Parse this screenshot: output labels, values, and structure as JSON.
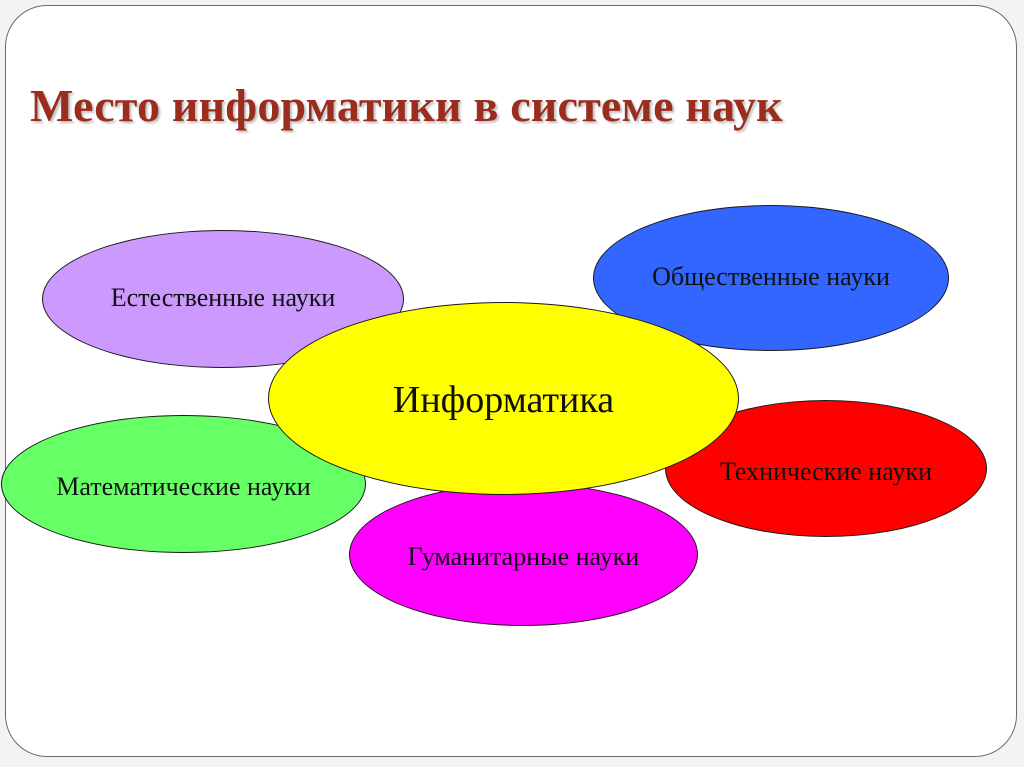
{
  "slide": {
    "title": "Место информатики в системе наук",
    "title_color": "#9b2d1f",
    "center": {
      "label": "Информатика",
      "color": "#ffff00"
    },
    "nodes": [
      {
        "id": "natural",
        "label": "Естественные науки",
        "color": "#cc99ff"
      },
      {
        "id": "social",
        "label": "Общественные науки",
        "color": "#3366ff"
      },
      {
        "id": "math",
        "label": "Математические науки",
        "color": "#66ff66"
      },
      {
        "id": "technical",
        "label": "Технические науки",
        "color": "#ff0000"
      },
      {
        "id": "humanities",
        "label": "Гуманитарные науки",
        "color": "#ff00ff"
      }
    ]
  }
}
